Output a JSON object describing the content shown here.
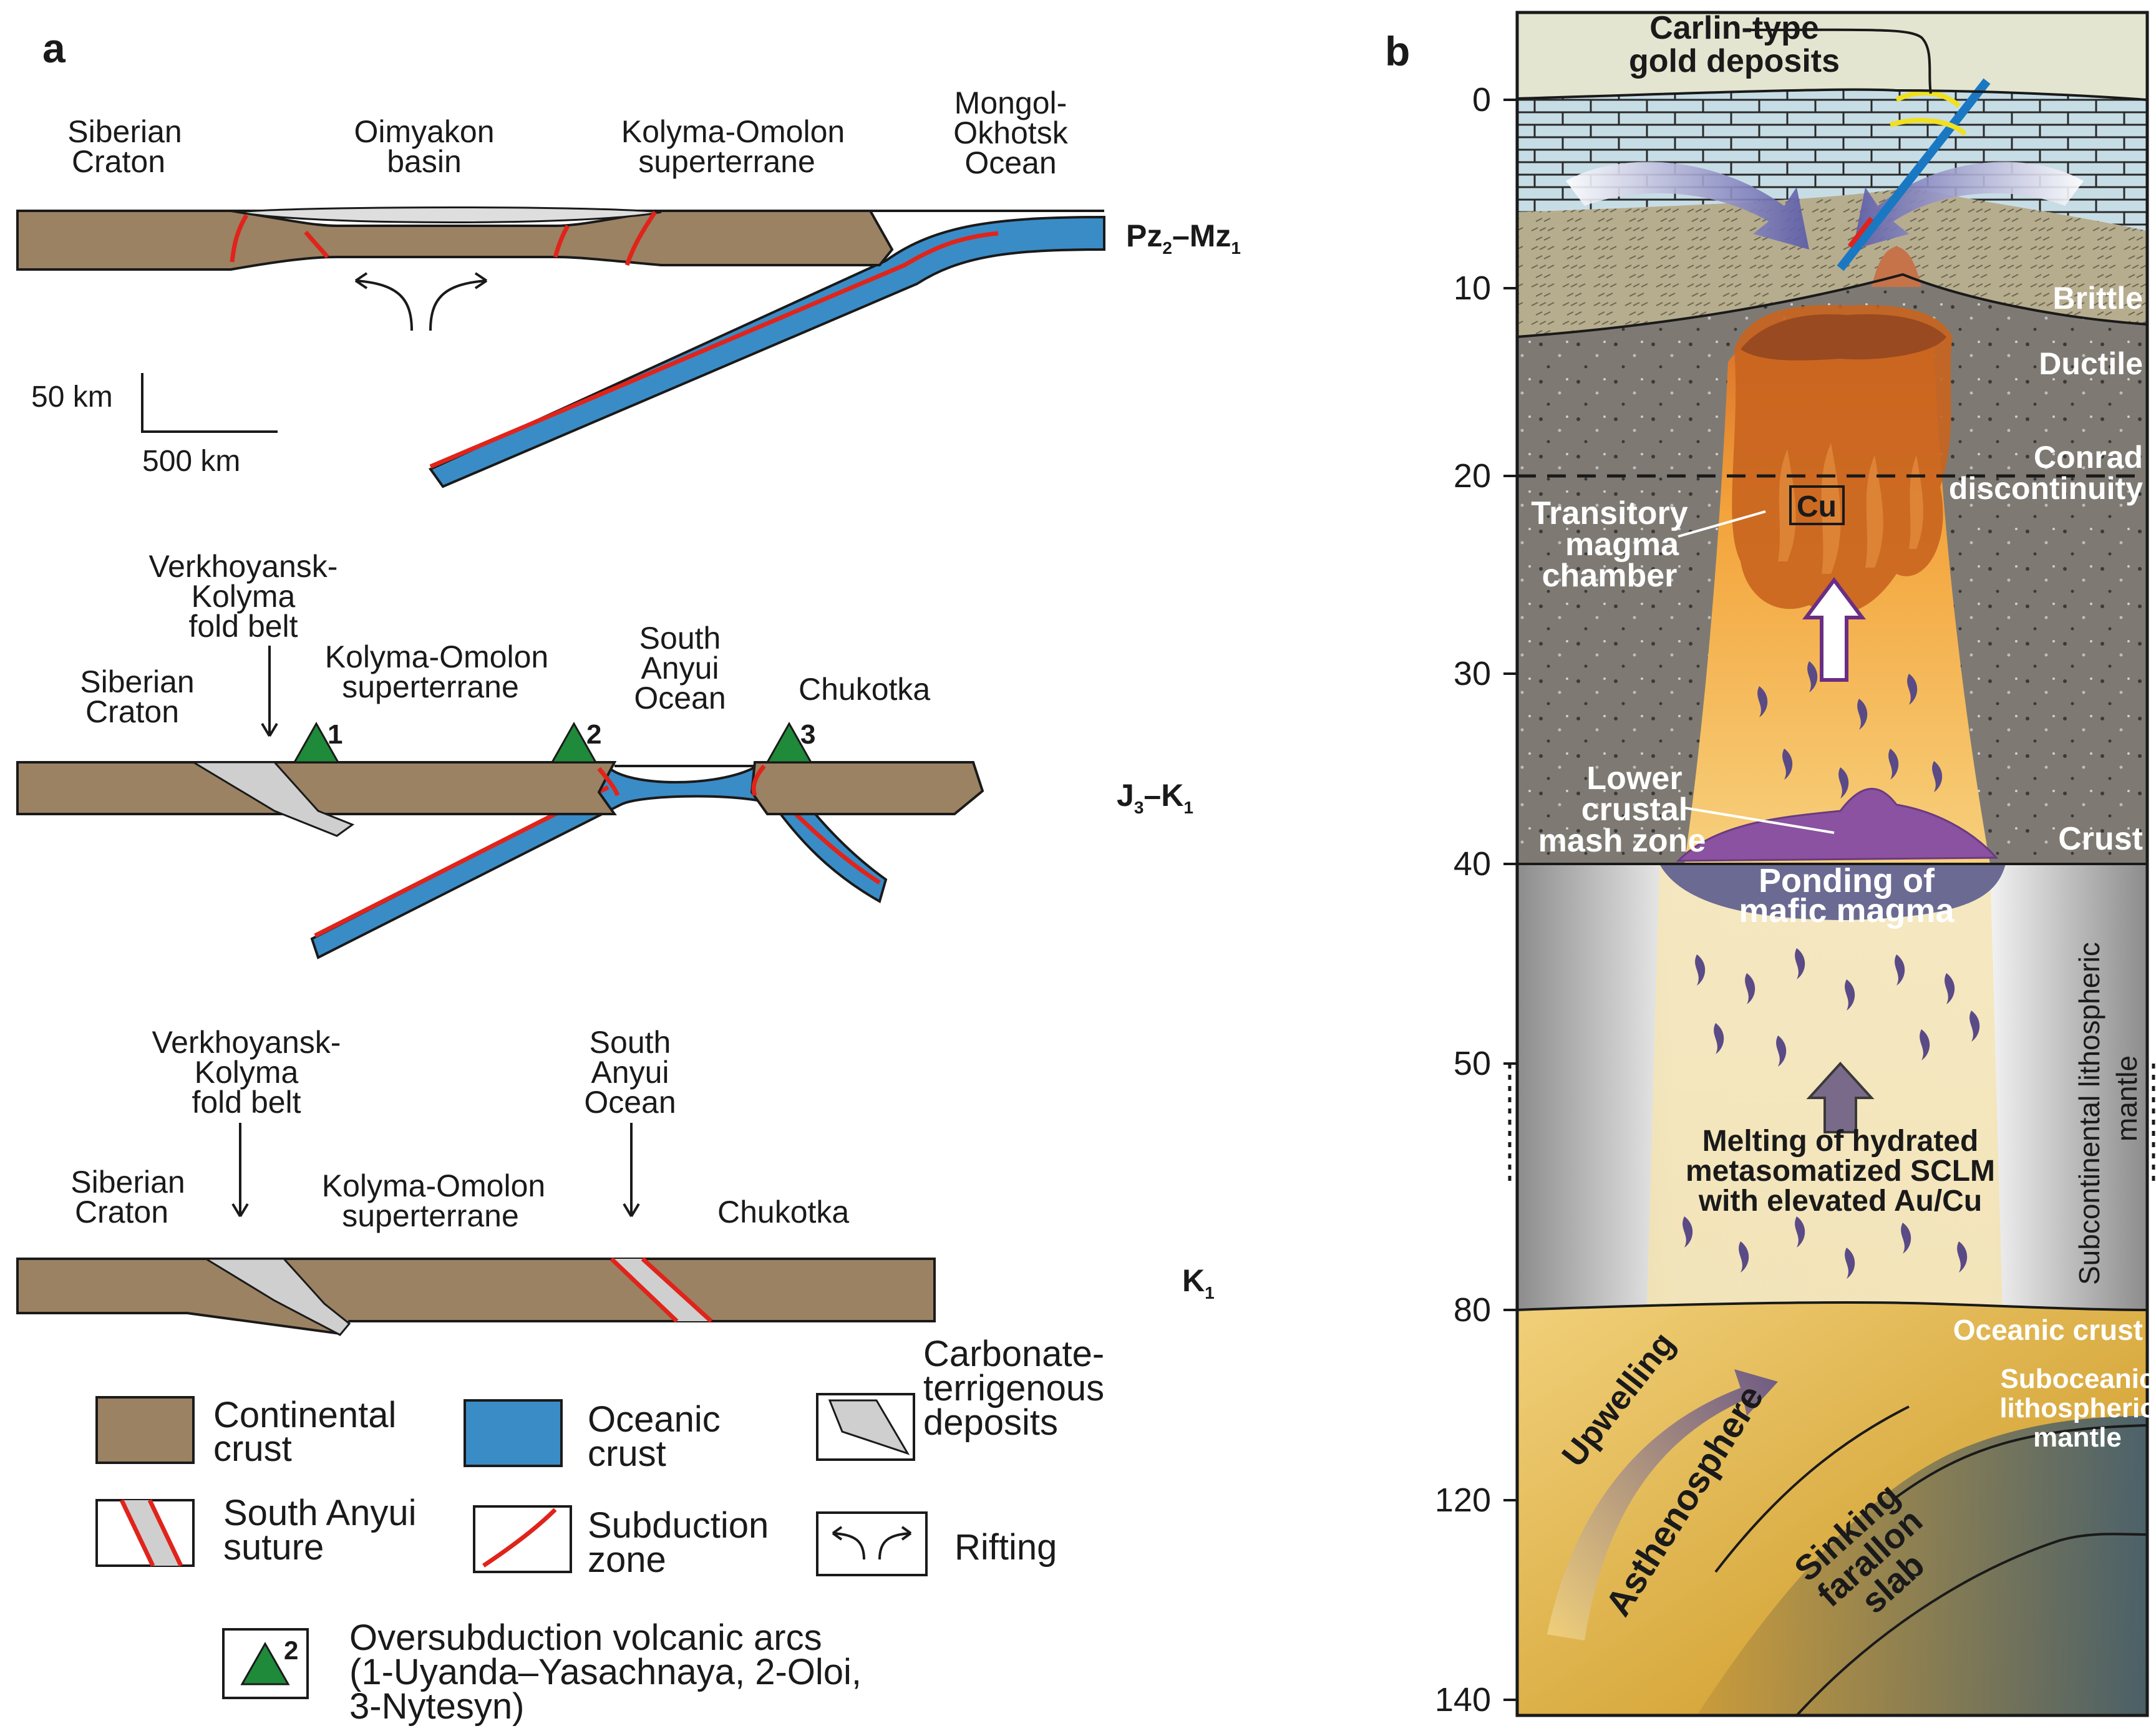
{
  "panel_a": {
    "label": "a",
    "s1": {
      "siberian": [
        "Siberian",
        "Craton"
      ],
      "oimyakon": [
        "Oimyakon",
        "basin"
      ],
      "kolyma": [
        "Kolyma-Omolon",
        "superterrane"
      ],
      "mongol": [
        "Mongol-",
        "Okhotsk",
        "Ocean"
      ],
      "age": "Pz–Mz",
      "age_main1": "Pz",
      "age_sub1": "2",
      "age_dash": "–",
      "age_main2": "Mz",
      "age_sub2": "1"
    },
    "scale": {
      "vertical": "50 km",
      "horizontal": "500 km"
    },
    "s2": {
      "verkh": [
        "Verkhoyansk-",
        "Kolyma",
        "fold belt"
      ],
      "siberian": [
        "Siberian",
        "Craton"
      ],
      "kolyma": [
        "Kolyma-Omolon",
        "superterrane"
      ],
      "anyui": [
        "South",
        "Anyui",
        "Ocean"
      ],
      "chukotka": "Chukotka",
      "arc_numbers": [
        "1",
        "2",
        "3"
      ],
      "age_main1": "J",
      "age_sub1": "3",
      "age_dash": "–",
      "age_main2": "K",
      "age_sub2": "1"
    },
    "s3": {
      "verkh": [
        "Verkhoyansk-",
        "Kolyma",
        "fold belt"
      ],
      "anyui": [
        "South",
        "Anyui",
        "Ocean"
      ],
      "siberian": [
        "Siberian",
        "Craton"
      ],
      "kolyma": [
        "Kolyma-Omolon",
        "superterrane"
      ],
      "chukotka": "Chukotka",
      "age_main": "K",
      "age_sub": "1"
    },
    "legend": {
      "continental": [
        "Continental",
        "crust"
      ],
      "oceanic": [
        "Oceanic",
        "crust"
      ],
      "carbonate": [
        "Carbonate-",
        "terrigenous",
        "deposits"
      ],
      "suture": [
        "South Anyui",
        "suture"
      ],
      "subduction": [
        "Subduction",
        "zone"
      ],
      "rifting": "Rifting",
      "arcs": [
        "Oversubduction volcanic arcs",
        "(1-Uyanda–Yasachnaya, 2-Oloi,",
        "3-Nytesyn)"
      ],
      "arc_number": "2"
    }
  },
  "panel_b": {
    "label": "b",
    "depth_ticks": [
      "0",
      "10",
      "20",
      "30",
      "40",
      "50",
      "80",
      "120",
      "140"
    ],
    "carlin": [
      "Carlin-type",
      "gold deposits"
    ],
    "brittle": "Brittle",
    "ductile": "Ductile",
    "conrad": [
      "Conrad",
      "discontinuity"
    ],
    "cu": "Cu",
    "transitory": [
      "Transitory",
      "magma",
      "chamber"
    ],
    "lower": [
      "Lower",
      "crustal",
      "mash zone"
    ],
    "crust": "Crust",
    "ponding": [
      "Ponding of",
      "mafic magma"
    ],
    "sclm_vertical": [
      "Subcontinental lithospheric",
      "mantle"
    ],
    "melting": [
      "Melting of hydrated",
      "metasomatized SCLM",
      "with elevated Au/Cu"
    ],
    "oceanic_crust": "Oceanic crust",
    "suboceanic": [
      "Suboceanic",
      "lithospheric",
      "mantle"
    ],
    "upwelling": "Upwelling",
    "asthenosphere": "Asthenosphere",
    "sinking": [
      "Sinking",
      "farallon",
      "slab"
    ]
  },
  "colors": {
    "continental_crust": "#9b8263",
    "oceanic_crust": "#3a8cc6",
    "subduction": "#e0241b",
    "arc": "#1e8a3a",
    "magma": "#f2a23c"
  }
}
